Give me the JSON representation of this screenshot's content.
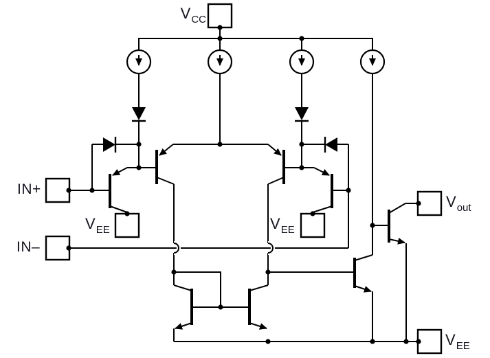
{
  "colors": {
    "background": "#ffffff",
    "line": "#000000",
    "text": "#14141e"
  },
  "labels": {
    "vcc": {
      "main": "V",
      "sub": "CC"
    },
    "vee": {
      "main": "V",
      "sub": "EE"
    },
    "vout": {
      "main": "V",
      "sub": "out"
    },
    "in_plus": "IN+",
    "in_minus": "IN–"
  },
  "symbols": {
    "current_source": "circle-with-down-arrow",
    "diode": "filled-triangle-with-cathode-bar",
    "pnp_transistor": "bjt-emitter-arrow-into-base",
    "npn_transistor": "bjt-emitter-arrow-away-from-base",
    "terminal_pad": "open-square",
    "junction": "filled-dot",
    "crossover": "hop-bump"
  },
  "counts": {
    "current_sources": 4,
    "diodes": 4,
    "pnp_transistors": 4,
    "npn_transistors": 4,
    "terminal_pads": 7,
    "junction_dots": 23
  }
}
